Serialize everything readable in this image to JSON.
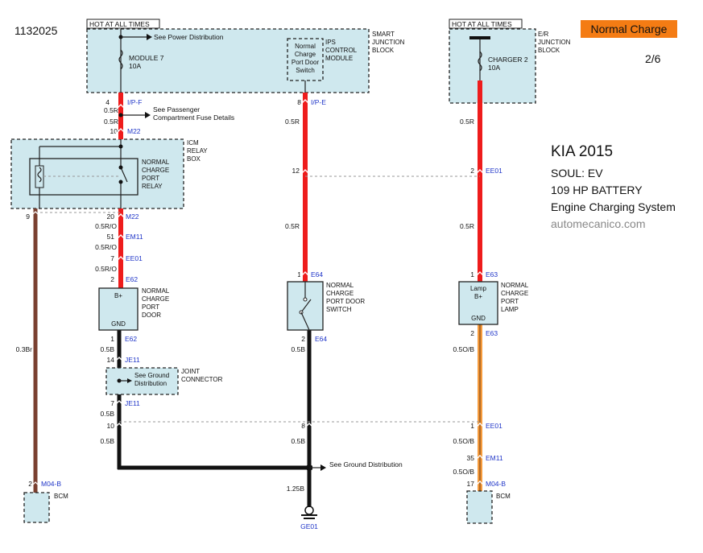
{
  "doc_id": "1132025",
  "badge": {
    "text": "Normal Charge",
    "color": "#f47c14"
  },
  "page_num": "2/6",
  "title_block": {
    "make_year": "KIA 2015",
    "model": "SOUL: EV",
    "battery": "109 HP BATTERY",
    "system": "Engine Charging  System",
    "watermark": "automecanico.com"
  },
  "hot_labels": {
    "left": "HOT AT ALL TIMES",
    "right": "HOT AT ALL TIMES"
  },
  "smart_jb": {
    "label": [
      "SMART",
      "JUNCTION",
      "BLOCK"
    ],
    "see_power": "See Power Distribution",
    "fuse": [
      "MODULE 7",
      "10A"
    ],
    "ips": [
      "IPS",
      "CONTROL",
      "MODULE"
    ],
    "ips_inner": [
      "Normal",
      "Charge",
      "Port Door",
      "Switch"
    ]
  },
  "er_jb": {
    "label": [
      "E/R",
      "JUNCTION",
      "BLOCK"
    ],
    "fuse": [
      "CHARGER 2",
      "10A"
    ]
  },
  "pass_fuse": [
    "See Passenger",
    "Compartment Fuse Details"
  ],
  "icm": {
    "label": [
      "ICM",
      "RELAY",
      "BOX"
    ],
    "relay": [
      "NORMAL",
      "CHARGE",
      "PORT",
      "RELAY"
    ]
  },
  "port_door": {
    "top": "B+",
    "bottom": "GND",
    "label": [
      "NORMAL",
      "CHARGE",
      "PORT",
      "DOOR"
    ]
  },
  "door_switch": {
    "label": [
      "NORMAL",
      "CHARGE",
      "PORT DOOR",
      "SWITCH"
    ]
  },
  "port_lamp": {
    "top": [
      "Lamp",
      "B+"
    ],
    "bottom": "GND",
    "label": [
      "NORMAL",
      "CHARGE",
      "PORT",
      "LAMP"
    ]
  },
  "joint": {
    "label": [
      "JOINT",
      "CONNECTOR"
    ],
    "inner": [
      "See Ground",
      "Distribution"
    ]
  },
  "ground": {
    "see": "See Ground Distribution",
    "wire": "1.25B",
    "id": "GE01"
  },
  "bcm": {
    "left": "BCM",
    "right": "BCM"
  },
  "wire_labels": {
    "col1": {
      "p4": "4",
      "c_ipf": "I/P-F",
      "w05r_a": "0.5R",
      "w05r_b": "0.5R",
      "p10": "10",
      "c_m22a": "M22",
      "p20": "20",
      "c_m22b": "M22",
      "w05ro_a": "0.5R/O",
      "p51": "51",
      "c_em11": "EM11",
      "w05ro_b": "0.5R/O",
      "p7": "7",
      "c_ee01": "EE01",
      "w05ro_c": "0.5R/O",
      "p2": "2",
      "c_e62a": "E62",
      "p1": "1",
      "c_e62b": "E62",
      "w05b_a": "0.5B",
      "p14": "14",
      "c_je11a": "JE11",
      "p7b": "7",
      "c_je11b": "JE11",
      "w05b_b": "0.5B",
      "p10b": "10",
      "w05b_c": "0.5B"
    },
    "col0": {
      "p9": "9",
      "w03br": "0.3Br",
      "p2": "2",
      "c_m04b": "M04-B"
    },
    "col2": {
      "p8": "8",
      "c_ipe": "I/P-E",
      "w05r_a": "0.5R",
      "p12": "12",
      "w05r_b": "0.5R",
      "p1": "1",
      "c_e64a": "E64",
      "p2": "2",
      "c_e64b": "E64",
      "w05b": "0.5B",
      "p8b": "8",
      "w05b_b": "0.5B"
    },
    "col3": {
      "w05r_a": "0.5R",
      "p2": "2",
      "c_ee01": "EE01",
      "w05r_b": "0.5R",
      "p1": "1",
      "c_e63a": "E63",
      "p2b": "2",
      "c_e63b": "E63",
      "w05ob_a": "0.5O/B",
      "p1b": "1",
      "c_ee01b": "EE01",
      "w05ob_b": "0.5O/B",
      "p35": "35",
      "c_em11": "EM11",
      "w05ob_c": "0.5O/B",
      "p17": "17",
      "c_m04b": "M04-B"
    }
  }
}
